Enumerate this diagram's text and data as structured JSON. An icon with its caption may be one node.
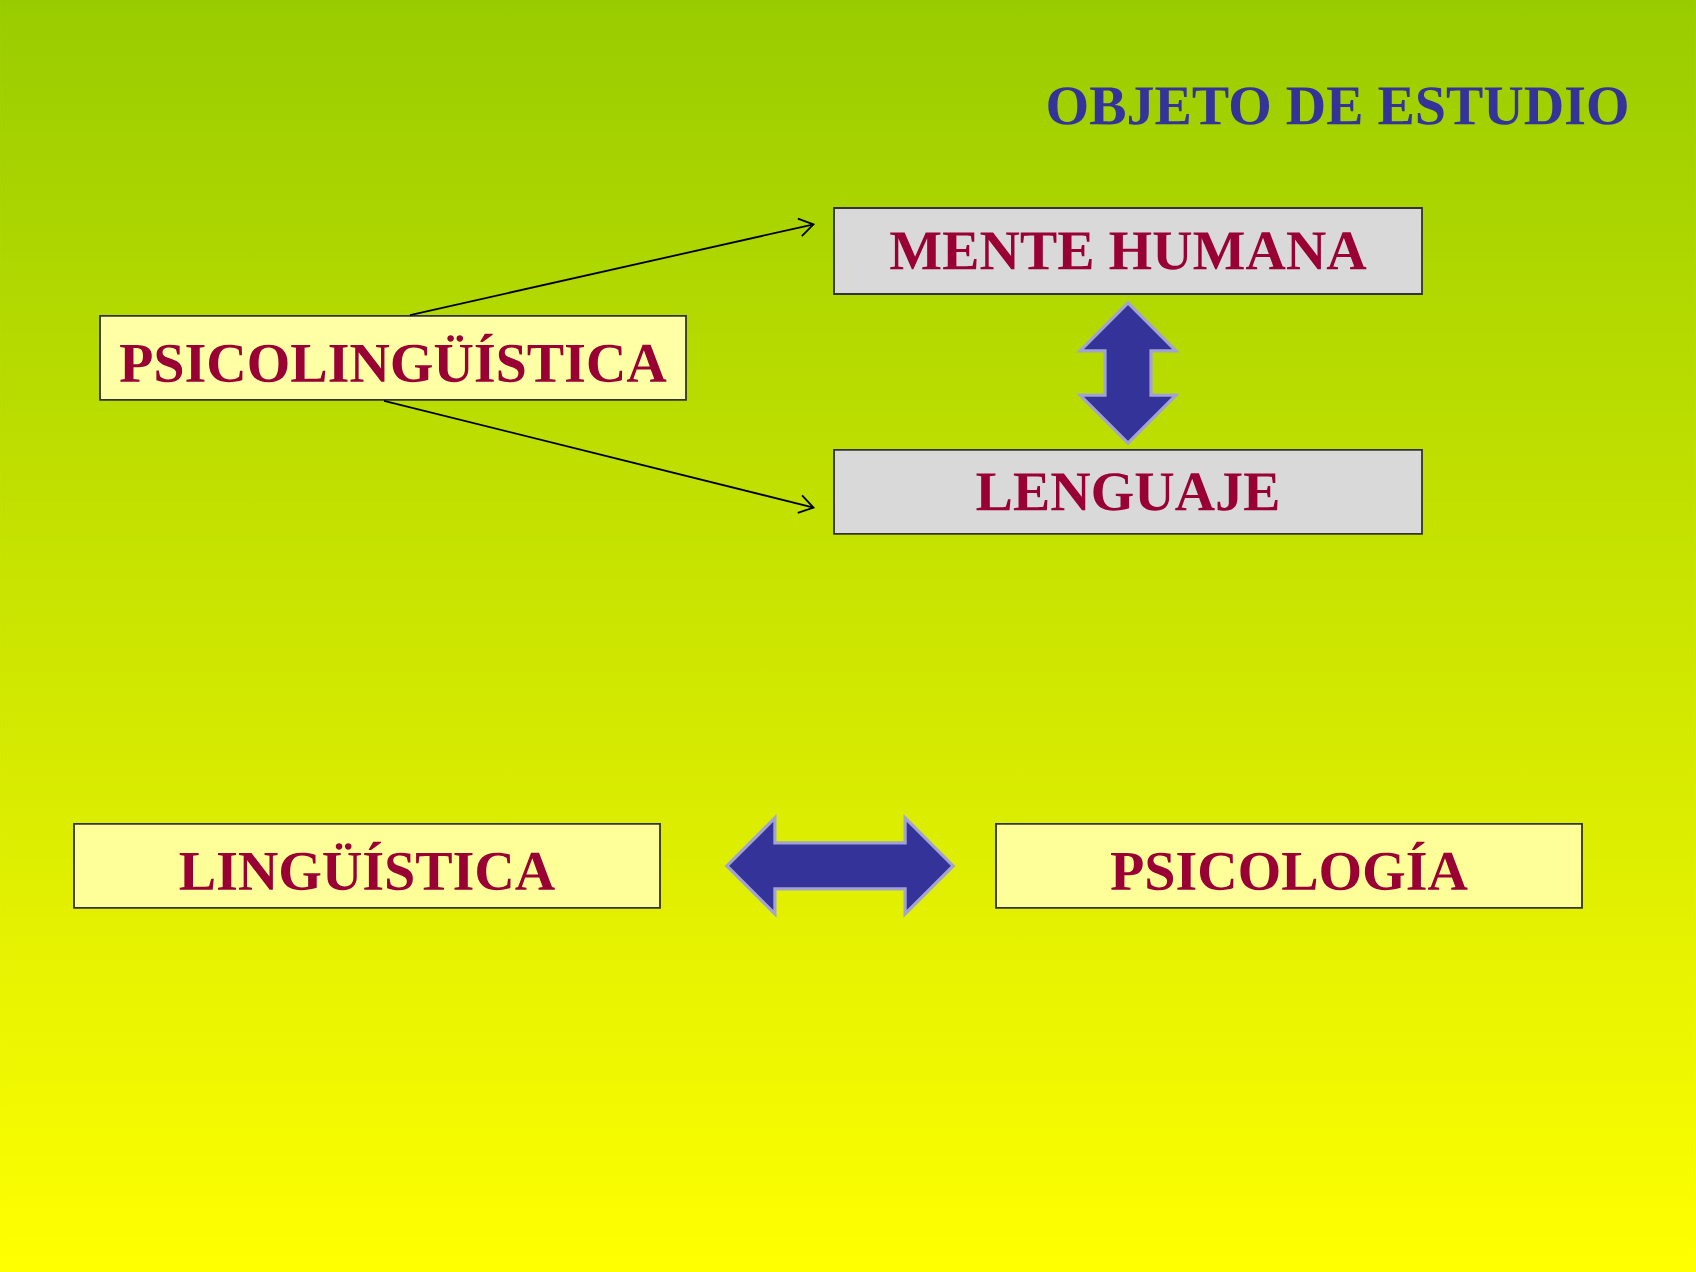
{
  "diagram": {
    "title": "OBJETO DE ESTUDIO",
    "nodes": [
      {
        "text": [
          "PSICOLINGÜÍSTICA"
        ]
      },
      {
        "text": [
          "MENTE HUMANA"
        ]
      },
      {
        "text": [
          "LENGUAJE"
        ]
      },
      {
        "text": [
          "LINGÜÍSTICA"
        ]
      },
      {
        "text": [
          "PSICOLOGÍA"
        ]
      }
    ],
    "edges": [
      {
        "from": 0,
        "to": 1,
        "arrow": "to"
      },
      {
        "from": 0,
        "to": 2,
        "arrow": "to"
      },
      {
        "from": 1,
        "to": 2,
        "arrow": "both",
        "style": "thick",
        "color": "#333399"
      },
      {
        "from": 3,
        "to": 4,
        "arrow": "both",
        "style": "thick",
        "color": "#333399"
      }
    ]
  }
}
